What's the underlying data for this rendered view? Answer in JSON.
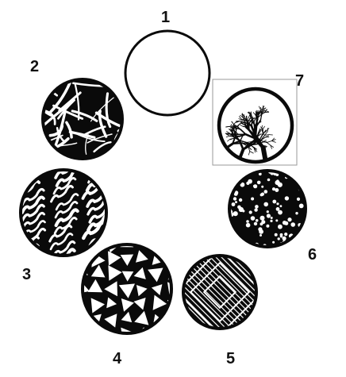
{
  "colors": {
    "ink": "#0a0a0a",
    "paper": "#ffffff",
    "frame": "#9a9a9a"
  },
  "gobos": [
    {
      "label": "1",
      "pattern": "open"
    },
    {
      "label": "2",
      "pattern": "tangled-strokes"
    },
    {
      "label": "3",
      "pattern": "wavy-streaks"
    },
    {
      "label": "4",
      "pattern": "triangles"
    },
    {
      "label": "5",
      "pattern": "diagonal-grid"
    },
    {
      "label": "6",
      "pattern": "dots"
    },
    {
      "label": "7",
      "pattern": "tree-branches"
    }
  ]
}
